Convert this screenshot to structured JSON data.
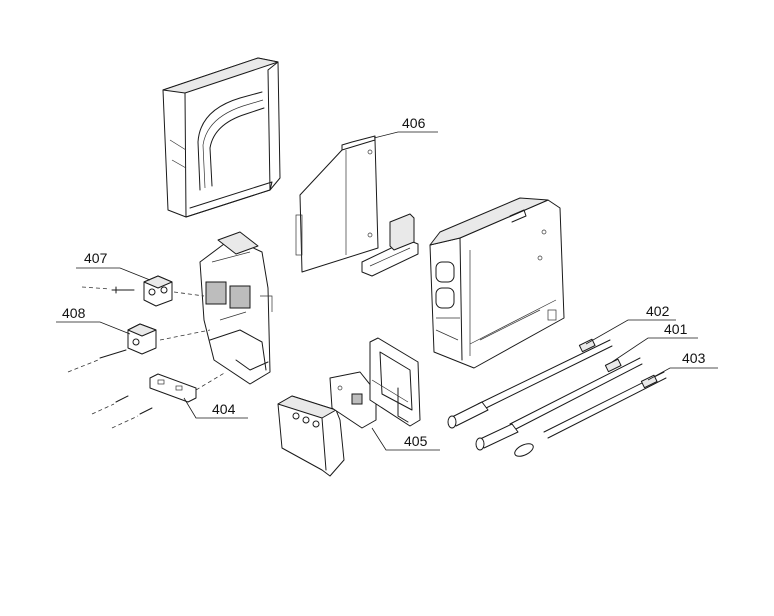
{
  "callouts": [
    {
      "id": "406",
      "text": "406"
    },
    {
      "id": "407",
      "text": "407"
    },
    {
      "id": "408",
      "text": "408"
    },
    {
      "id": "404",
      "text": "404"
    },
    {
      "id": "405",
      "text": "405"
    },
    {
      "id": "402",
      "text": "402"
    },
    {
      "id": "401",
      "text": "401"
    },
    {
      "id": "403",
      "text": "403"
    }
  ]
}
